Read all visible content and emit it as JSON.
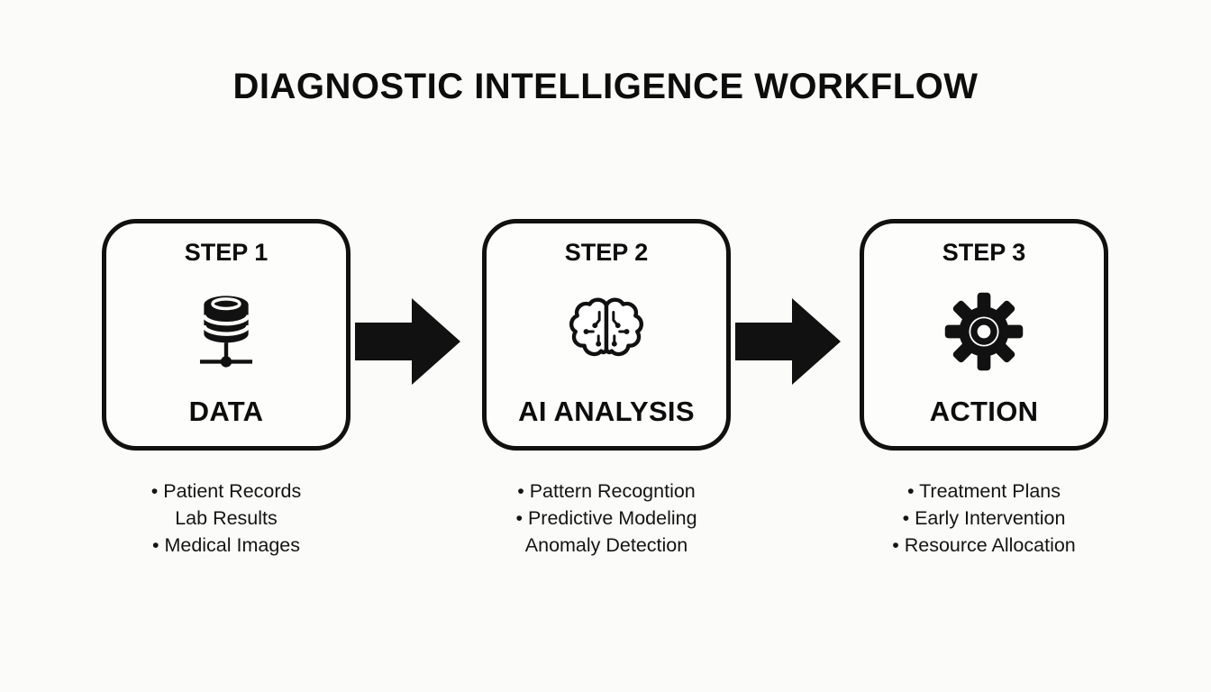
{
  "title": "DIAGNOSTIC INTELLIGENCE WORKFLOW",
  "steps": [
    {
      "step_label": "STEP 1",
      "name": "DATA",
      "icon": "database-icon",
      "items": [
        "• Patient Records",
        "Lab Results",
        "• Medical Images"
      ]
    },
    {
      "step_label": "STEP 2",
      "name": "AI ANALYSIS",
      "icon": "brain-circuit-icon",
      "items": [
        "• Pattern Recogntion",
        "• Predictive Modeling",
        "Anomaly Detection"
      ]
    },
    {
      "step_label": "STEP 3",
      "name": "ACTION",
      "icon": "gear-icon",
      "items": [
        "• Treatment Plans",
        "• Early Intervention",
        "• Resource Allocation"
      ]
    }
  ],
  "colors": {
    "ink": "#111111",
    "background": "#fbfbf9"
  }
}
